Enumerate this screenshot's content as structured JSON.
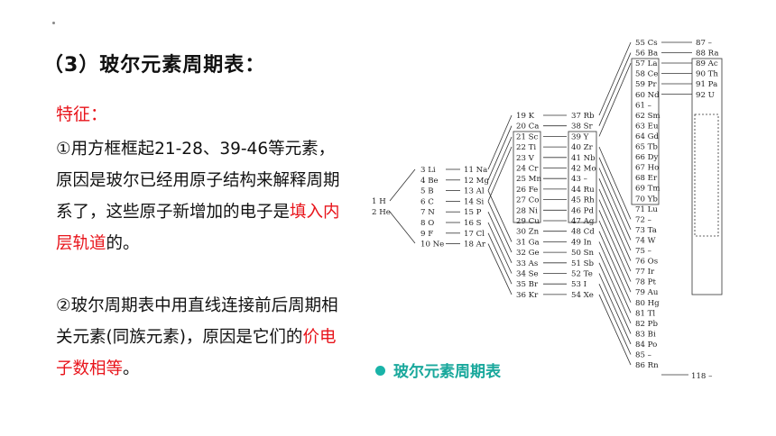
{
  "title": "（3）玻尔元素周期表：",
  "features": {
    "label": "特征：",
    "point1_pre": "①用方框框起21-28、39-46等元素，原因是玻尔已经用原子结构来解释周期系了，这些原子新增加的电子是",
    "point1_red": "填入内层轨道",
    "point1_post": "的。",
    "point2_pre": "②玻尔周期表中用直线连接前后周期相关元素(同族元素)，原因是它们的",
    "point2_red": "价电子数相等",
    "point2_post": "。"
  },
  "caption": "玻尔元素周期表",
  "table": {
    "col1": [
      "1 H",
      "2 He"
    ],
    "col2": [
      "3 Li",
      "4 Be",
      "5 B",
      "6 C",
      "7 N",
      "8 O",
      "9 F",
      "10 Ne"
    ],
    "col3": [
      "11 Na",
      "12 Mg",
      "13 Al",
      "14 Si",
      "15 P",
      "16 S",
      "17 Cl",
      "18 Ar"
    ],
    "col4": [
      "19 K",
      "20 Ca",
      "21 Sc",
      "22 Ti",
      "23 V",
      "24 Cr",
      "25 Mn",
      "26 Fe",
      "27 Co",
      "28 Ni",
      "29 Cu",
      "30 Zn",
      "31 Ga",
      "32 Ge",
      "33 As",
      "34 Se",
      "35 Br",
      "36 Kr"
    ],
    "col5": [
      "37 Rb",
      "38 Sr",
      "39 Y",
      "40 Zr",
      "41 Nb",
      "42 Mo",
      "43 –",
      "44 Ru",
      "45 Rh",
      "46 Pd",
      "47 Ag",
      "48 Cd",
      "49 In",
      "50 Sn",
      "51 Sb",
      "52 Te",
      "53 I",
      "54 Xe"
    ],
    "col6": [
      "55 Cs",
      "56 Ba",
      "57 La",
      "58 Ce",
      "59 Pr",
      "60 Nd",
      "61 –",
      "62 Sm",
      "63 Eu",
      "64 Gd",
      "65 Tb",
      "66 Dy",
      "67 Ho",
      "68 Er",
      "69 Tm",
      "70 Yb",
      "71 Lu",
      "72 –",
      "73 Ta",
      "74 W",
      "75 –",
      "76 Os",
      "77 Ir",
      "78 Pt",
      "79 Au",
      "80 Hg",
      "81 Tl",
      "82 Pb",
      "83 Bi",
      "84 Po",
      "85 –",
      "86 Rn"
    ],
    "col7": [
      "87 –",
      "88 Ra",
      "89 Ac",
      "90 Th",
      "91 Pa",
      "92 U"
    ],
    "last": "118 –"
  }
}
